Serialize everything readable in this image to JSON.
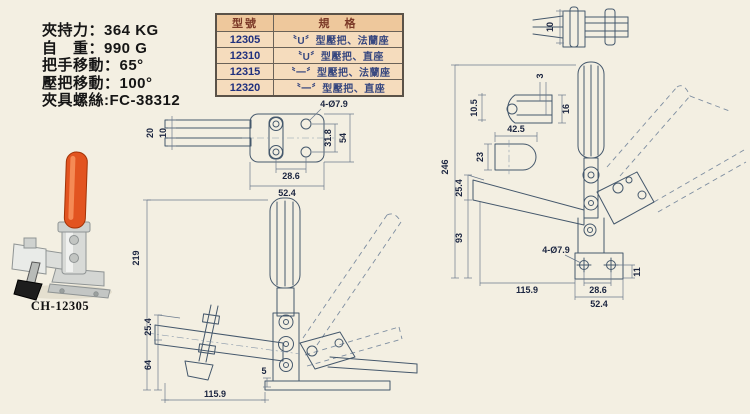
{
  "specs": {
    "lines": [
      "夾持力：364 KG",
      "自　重：990 G",
      "把手移動：65°",
      "壓把移動：100°",
      "夾具螺絲:FC-38312"
    ]
  },
  "table": {
    "col_model": "型號",
    "col_spec": "規　格",
    "rows": [
      {
        "model": "12305",
        "spec": "〝U〞型壓把、法蘭座"
      },
      {
        "model": "12310",
        "spec": "〝U〞型壓把、直座"
      },
      {
        "model": "12315",
        "spec": "〝一〞型壓把、法蘭座"
      },
      {
        "model": "12320",
        "spec": "〝一〞型壓把、直座"
      }
    ]
  },
  "photo": {
    "caption": "CH-12305",
    "handle_color": "#e25420"
  },
  "top_view": {
    "d20": "20",
    "d10": "10",
    "holes": "4-Ø7.9",
    "d31_8": "31.8",
    "d54": "54",
    "d28_6": "28.6",
    "d52_4": "52.4"
  },
  "bar_view": {
    "d10": "10"
  },
  "side_view": {
    "d219": "219",
    "d25_4": "25.4",
    "d64": "64",
    "d5": "5",
    "d115_9": "115.9"
  },
  "front_view": {
    "d246": "246",
    "d25_4": "25.4",
    "d93": "93",
    "holes": "4-Ø7.9",
    "d115_9": "115.9",
    "d28_6": "28.6",
    "d52_4": "52.4",
    "d11": "11",
    "d10_5": "10.5",
    "d3": "3",
    "d16": "16",
    "d42_5": "42.5",
    "d23": "23"
  }
}
